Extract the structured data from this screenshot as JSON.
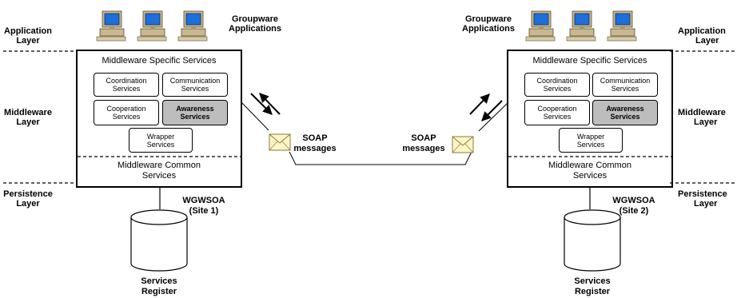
{
  "left_labels": {
    "application_layer": [
      "Application",
      "Layer"
    ],
    "middleware_layer": [
      "Middleware",
      "Layer"
    ],
    "persistence_layer": [
      "Persistence",
      "Layer"
    ]
  },
  "right_labels": {
    "application_layer": [
      "Application",
      "Layer"
    ],
    "middleware_layer": [
      "Middleware",
      "Layer"
    ],
    "persistence_layer": [
      "Persistence",
      "Layer"
    ]
  },
  "site1": {
    "groupware": [
      "Groupware",
      "Applications"
    ],
    "specific_title": "Middleware Specific Services",
    "coordination": [
      "Coordination",
      "Services"
    ],
    "communication": [
      "Communication",
      "Services"
    ],
    "cooperation": [
      "Cooperation",
      "Services"
    ],
    "awareness": [
      "Awareness",
      "Services"
    ],
    "wrapper": [
      "Wrapper",
      "Services"
    ],
    "common": [
      "Middleware Common",
      "Services"
    ],
    "name": [
      "WGWSOA",
      "(Site 1)"
    ],
    "register": [
      "Services",
      "Register"
    ],
    "soap": [
      "SOAP",
      "messages"
    ]
  },
  "site2": {
    "groupware": [
      "Groupware",
      "Applications"
    ],
    "specific_title": "Middleware Specific Services",
    "coordination": [
      "Coordination",
      "Services"
    ],
    "communication": [
      "Communication",
      "Services"
    ],
    "cooperation": [
      "Cooperation",
      "Services"
    ],
    "awareness": [
      "Awareness",
      "Services"
    ],
    "wrapper": [
      "Wrapper",
      "Services"
    ],
    "common": [
      "Middleware Common",
      "Services"
    ],
    "name": [
      "WGWSOA",
      "(Site 2)"
    ],
    "register": [
      "Services",
      "Register"
    ],
    "soap": [
      "SOAP",
      "messages"
    ]
  },
  "colors": {
    "awareness_fill": "#bdbdbd",
    "monitor_screen": "#1e6fd9",
    "monitor_body": "#c8b890",
    "envelope": "#fff6c8",
    "cylinder": "#ffffff"
  }
}
